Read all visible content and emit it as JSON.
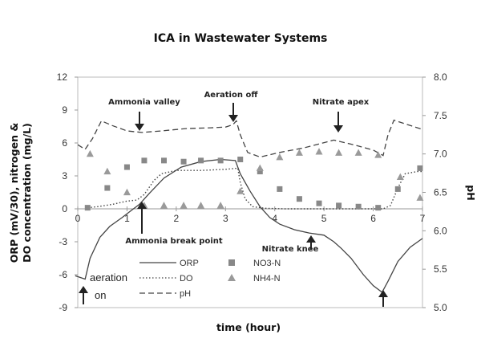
{
  "chart_data": {
    "type": "line",
    "title": "ICA in Wastewater Systems",
    "xlabel": "time (hour)",
    "ylabel_left": "ORP (mV/30), nitrogen & DO concentration (mg/L)",
    "ylabel_left_lines": [
      "ORP (mV/30), nitrogen &",
      "DO concentration (mg/L)"
    ],
    "ylabel_right": "pH",
    "xlim": [
      0,
      7
    ],
    "ylim_left": [
      -9,
      12
    ],
    "ylim_right": [
      5.0,
      8.0
    ],
    "x_ticks": [
      "0",
      "1",
      "2",
      "3",
      "4",
      "5",
      "6",
      "7"
    ],
    "y_left_ticks": [
      "12",
      "9",
      "6",
      "3",
      "0",
      "-3",
      "-6",
      "-9"
    ],
    "y_right_ticks": [
      "8.0",
      "7.5",
      "7.0",
      "6.5",
      "6.0",
      "5.5",
      "5.0"
    ],
    "grid": false,
    "series": [
      {
        "name": "ORP",
        "axis": "left",
        "style": "solid",
        "points": [
          [
            -0.05,
            -6.1
          ],
          [
            0.15,
            -6.4
          ],
          [
            0.25,
            -4.5
          ],
          [
            0.45,
            -2.6
          ],
          [
            0.65,
            -1.6
          ],
          [
            0.9,
            -0.8
          ],
          [
            1.1,
            -0.1
          ],
          [
            1.25,
            0.4
          ],
          [
            1.45,
            1.4
          ],
          [
            1.75,
            2.8
          ],
          [
            2.1,
            3.8
          ],
          [
            2.5,
            4.3
          ],
          [
            2.9,
            4.5
          ],
          [
            3.2,
            4.4
          ],
          [
            3.3,
            3.2
          ],
          [
            3.5,
            1.6
          ],
          [
            3.7,
            0.2
          ],
          [
            3.9,
            -0.8
          ],
          [
            4.1,
            -1.4
          ],
          [
            4.4,
            -1.9
          ],
          [
            4.7,
            -2.2
          ],
          [
            5.0,
            -2.4
          ],
          [
            5.2,
            -3.0
          ],
          [
            5.35,
            -3.6
          ],
          [
            5.55,
            -4.5
          ],
          [
            5.8,
            -6.0
          ],
          [
            6.0,
            -7.0
          ],
          [
            6.18,
            -7.6
          ],
          [
            6.3,
            -6.6
          ],
          [
            6.5,
            -4.8
          ],
          [
            6.75,
            -3.5
          ],
          [
            7.0,
            -2.7
          ]
        ]
      },
      {
        "name": "DO",
        "axis": "left",
        "style": "dotted",
        "points": [
          [
            0.2,
            0.1
          ],
          [
            0.4,
            0.2
          ],
          [
            0.7,
            0.4
          ],
          [
            1.0,
            0.7
          ],
          [
            1.2,
            0.8
          ],
          [
            1.35,
            1.3
          ],
          [
            1.55,
            2.6
          ],
          [
            1.7,
            3.2
          ],
          [
            2.0,
            3.5
          ],
          [
            2.5,
            3.5
          ],
          [
            3.0,
            3.6
          ],
          [
            3.25,
            3.7
          ],
          [
            3.3,
            2.4
          ],
          [
            3.4,
            0.9
          ],
          [
            3.55,
            0.2
          ],
          [
            3.8,
            0.05
          ],
          [
            4.2,
            0.0
          ],
          [
            5.0,
            0.0
          ],
          [
            5.8,
            0.0
          ],
          [
            6.2,
            0.0
          ],
          [
            6.35,
            0.3
          ],
          [
            6.5,
            1.9
          ],
          [
            6.65,
            3.2
          ],
          [
            6.9,
            3.4
          ],
          [
            7.0,
            3.4
          ]
        ]
      },
      {
        "name": "pH",
        "axis": "right",
        "style": "dashed",
        "points": [
          [
            0.0,
            7.12
          ],
          [
            0.15,
            7.06
          ],
          [
            0.3,
            7.2
          ],
          [
            0.48,
            7.43
          ],
          [
            0.7,
            7.37
          ],
          [
            1.0,
            7.3
          ],
          [
            1.3,
            7.28
          ],
          [
            1.7,
            7.3
          ],
          [
            2.2,
            7.33
          ],
          [
            2.7,
            7.34
          ],
          [
            3.0,
            7.35
          ],
          [
            3.15,
            7.38
          ],
          [
            3.22,
            7.43
          ],
          [
            3.3,
            7.25
          ],
          [
            3.45,
            7.02
          ],
          [
            3.7,
            6.96
          ],
          [
            4.1,
            7.02
          ],
          [
            4.6,
            7.08
          ],
          [
            5.2,
            7.18
          ],
          [
            5.6,
            7.12
          ],
          [
            6.0,
            7.05
          ],
          [
            6.2,
            6.98
          ],
          [
            6.3,
            7.25
          ],
          [
            6.42,
            7.44
          ],
          [
            6.7,
            7.38
          ],
          [
            7.0,
            7.32
          ]
        ]
      },
      {
        "name": "NO3-N",
        "axis": "left",
        "marker": "square",
        "points": [
          [
            0.2,
            0.1
          ],
          [
            0.6,
            1.9
          ],
          [
            1.0,
            3.8
          ],
          [
            1.35,
            4.4
          ],
          [
            1.75,
            4.4
          ],
          [
            2.15,
            4.3
          ],
          [
            2.5,
            4.4
          ],
          [
            2.9,
            4.4
          ],
          [
            3.3,
            4.5
          ],
          [
            3.7,
            3.4
          ],
          [
            4.1,
            1.8
          ],
          [
            4.5,
            0.9
          ],
          [
            4.9,
            0.5
          ],
          [
            5.3,
            0.3
          ],
          [
            5.7,
            0.2
          ],
          [
            6.1,
            0.1
          ],
          [
            6.5,
            1.8
          ],
          [
            6.95,
            3.7
          ]
        ]
      },
      {
        "name": "NH4-N",
        "axis": "left",
        "marker": "triangle",
        "points": [
          [
            0.25,
            5.0
          ],
          [
            0.6,
            3.4
          ],
          [
            1.0,
            1.5
          ],
          [
            1.35,
            0.3
          ],
          [
            1.75,
            0.3
          ],
          [
            2.15,
            0.3
          ],
          [
            2.5,
            0.3
          ],
          [
            2.9,
            0.3
          ],
          [
            3.3,
            1.6
          ],
          [
            3.7,
            3.7
          ],
          [
            4.1,
            4.7
          ],
          [
            4.5,
            5.1
          ],
          [
            4.9,
            5.2
          ],
          [
            5.3,
            5.1
          ],
          [
            5.7,
            5.1
          ],
          [
            6.1,
            4.9
          ],
          [
            6.55,
            2.9
          ],
          [
            6.95,
            1.0
          ]
        ]
      }
    ],
    "annotations": [
      {
        "text": "Ammonia valley",
        "arrow": "down"
      },
      {
        "text": "Aeration off",
        "arrow": "down"
      },
      {
        "text": "Nitrate apex",
        "arrow": "down"
      },
      {
        "text": "Ammonia break point",
        "arrow": "up"
      },
      {
        "text": "Nitrate knee",
        "arrow": "up"
      },
      {
        "text": "aeration on",
        "lines": [
          "aeration",
          "on"
        ],
        "arrow": "up"
      }
    ],
    "legend": [
      {
        "label": "ORP",
        "style": "solid"
      },
      {
        "label": "DO",
        "style": "dotted"
      },
      {
        "label": "pH",
        "style": "dashed"
      },
      {
        "label": "NO3-N",
        "marker": "square"
      },
      {
        "label": "NH4-N",
        "marker": "triangle"
      }
    ],
    "colors": {
      "line": "#444444",
      "marker": "#888888",
      "text": "#111111"
    }
  }
}
